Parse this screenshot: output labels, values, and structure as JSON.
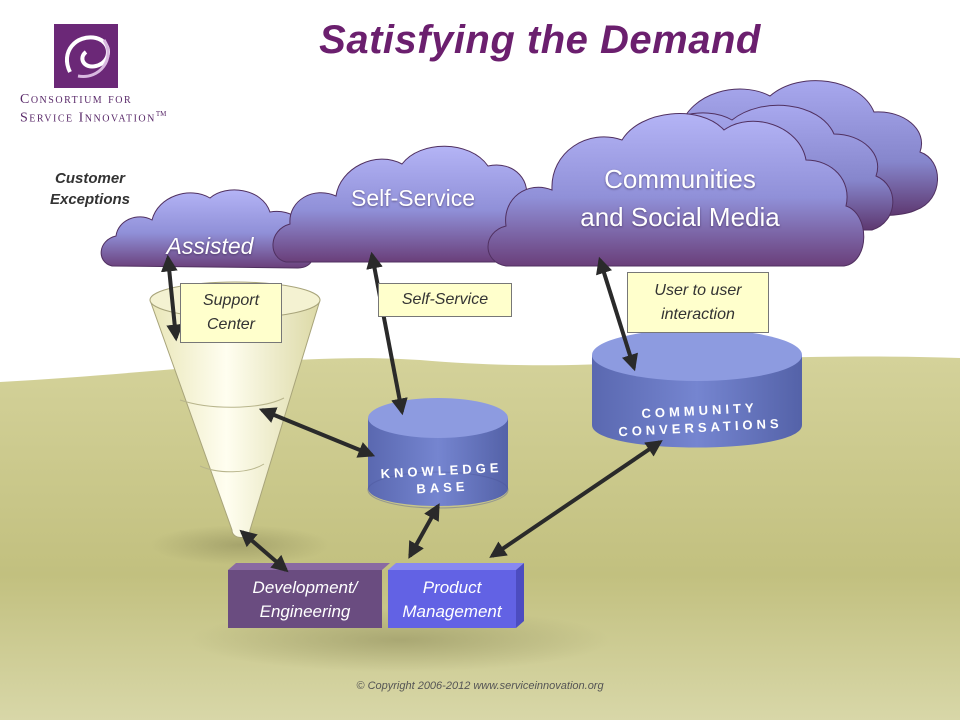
{
  "title": "Satisfying the Demand",
  "logo": {
    "line1": "Consortium for",
    "line2": "Service Innovation",
    "mark": "TM"
  },
  "left_label": {
    "line1": "Customer",
    "line2": "Exceptions"
  },
  "clouds": {
    "assisted": "Assisted",
    "self_service": "Self-Service",
    "communities_line1": "Communities",
    "communities_line2": "and Social Media"
  },
  "callouts": {
    "support_center_line1": "Support",
    "support_center_line2": "Center",
    "self_service": "Self-Service",
    "user_to_user_line1": "User to user",
    "user_to_user_line2": "interaction"
  },
  "repositories": {
    "knowledge_line1": "KNOWLEDGE",
    "knowledge_line2": "BASE",
    "community_line1": "COMMUNITY",
    "community_line2": "CONVERSATIONS"
  },
  "teams": {
    "dev_line1": "Development/",
    "dev_line2": "Engineering",
    "pm_line1": "Product",
    "pm_line2": "Management"
  },
  "copyright": "© Copyright 2006-2012   www.serviceinnovation.org",
  "colors": {
    "title": "#6b1f6e",
    "cloud_top": "#a6a6f0",
    "cloud_bottom": "#6a3f7a",
    "ground": "#c9c78a",
    "cylinder": "#6f7fc8",
    "callout": "#ffffcc",
    "dev_box": "#6a4c80",
    "pm_box": "#6666e8"
  }
}
